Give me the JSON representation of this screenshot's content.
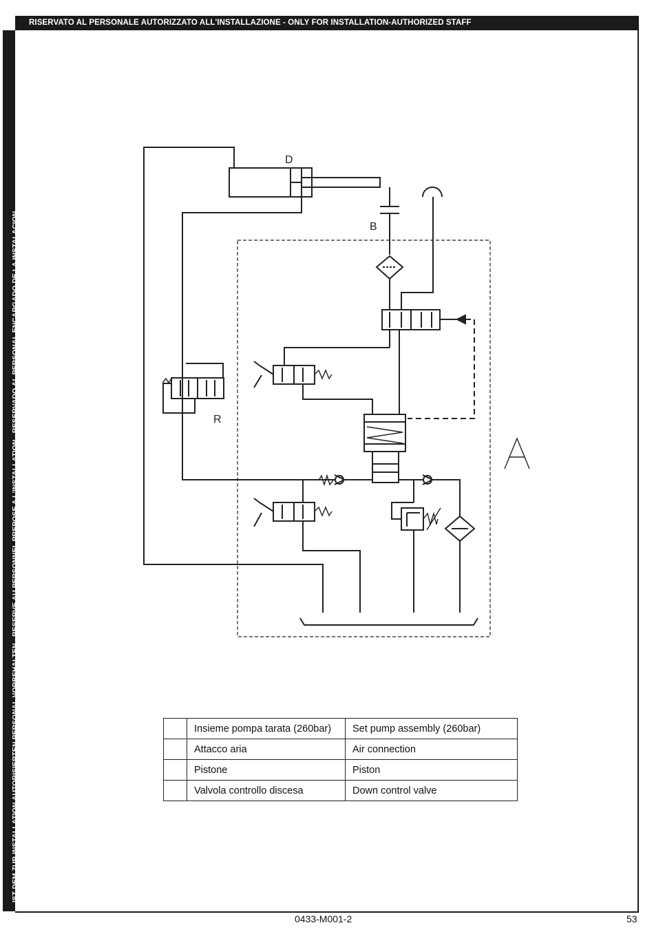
{
  "header": {
    "restriction_notice": "RISERVATO AL PERSONALE AUTORIZZATO ALL'INSTALLAZIONE - ONLY FOR INSTALLATION-AUTHORIZED STAFF"
  },
  "side_notice": "IST DEM ZUR INSTALLATION AUTORISIERTEN PERSONAL VORBEHALTEN - RESERVE AU PERSONNEL PREPOSE A L'INSTALLATION - RESERVADO AL PERSONAL ENCARGADO DE LA INSTALACION",
  "diagram": {
    "labels": {
      "D": "D",
      "B": "B",
      "R": "R",
      "A": "A"
    }
  },
  "legend": {
    "rows": [
      {
        "num": "",
        "it": "Insieme pompa tarata (260bar)",
        "en": "Set pump assembly (260bar)"
      },
      {
        "num": "",
        "it": "Attacco aria",
        "en": "Air connection"
      },
      {
        "num": "",
        "it": "Pistone",
        "en": "Piston"
      },
      {
        "num": "",
        "it": "Valvola controllo discesa",
        "en": "Down control valve"
      }
    ]
  },
  "footer": {
    "doc_code": "0433-M001-2",
    "page_number": "53"
  }
}
